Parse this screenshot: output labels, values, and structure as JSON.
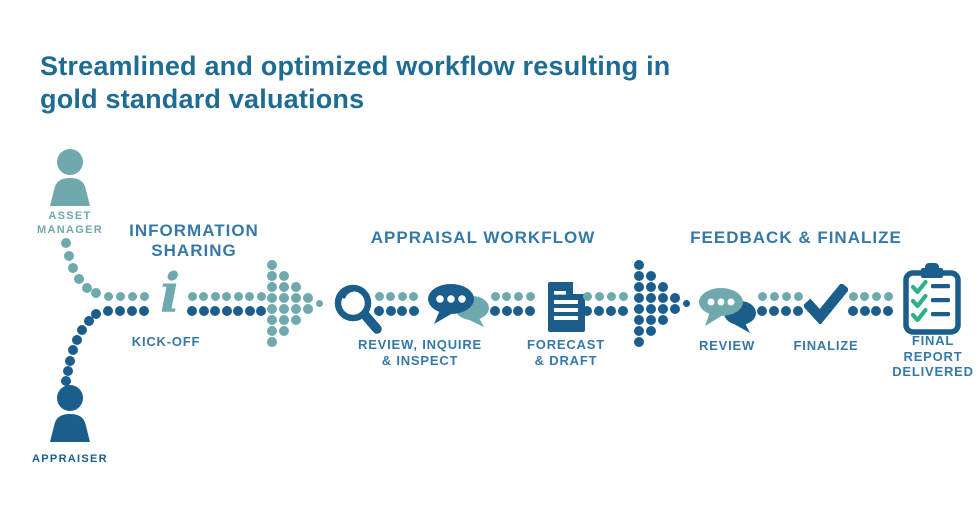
{
  "title": {
    "line1": "Streamlined and optimized workflow resulting in",
    "line2": "gold standard valuations"
  },
  "actors": {
    "asset_manager": {
      "label_line1": "ASSET",
      "label_line2": "MANAGER",
      "icon": "person-icon"
    },
    "appraiser": {
      "label": "APPRAISER",
      "icon": "person-icon"
    }
  },
  "sections": {
    "information_sharing": {
      "heading_line1": "INFORMATION",
      "heading_line2": "SHARING",
      "kick_off": {
        "label": "KICK-OFF",
        "icon": "info-icon"
      }
    },
    "appraisal_workflow": {
      "heading": "APPRAISAL WORKFLOW",
      "review_inquire_inspect": {
        "label_line1": "REVIEW, INQUIRE",
        "label_line2": "& INSPECT",
        "icon": "magnifier-icon"
      },
      "forecast_draft": {
        "label_line1": "FORECAST",
        "label_line2": "& DRAFT",
        "icon": "document-icon"
      }
    },
    "feedback_finalize": {
      "heading": "FEEDBACK & FINALIZE",
      "review": {
        "label": "REVIEW",
        "icon": "chat-bubbles-icon"
      },
      "finalize": {
        "label": "FINALIZE",
        "icon": "checkmark-icon"
      },
      "final_report": {
        "label_line1": "FINAL",
        "label_line2": "REPORT",
        "label_line3": "DELIVERED",
        "icon": "clipboard-icon"
      }
    }
  },
  "colors": {
    "teal": "#6FA9AE",
    "dark_blue": "#1B5E8C",
    "heading_blue": "#3579A8",
    "title_blue": "#1E6B94",
    "check_green": "#2FAE8F"
  }
}
